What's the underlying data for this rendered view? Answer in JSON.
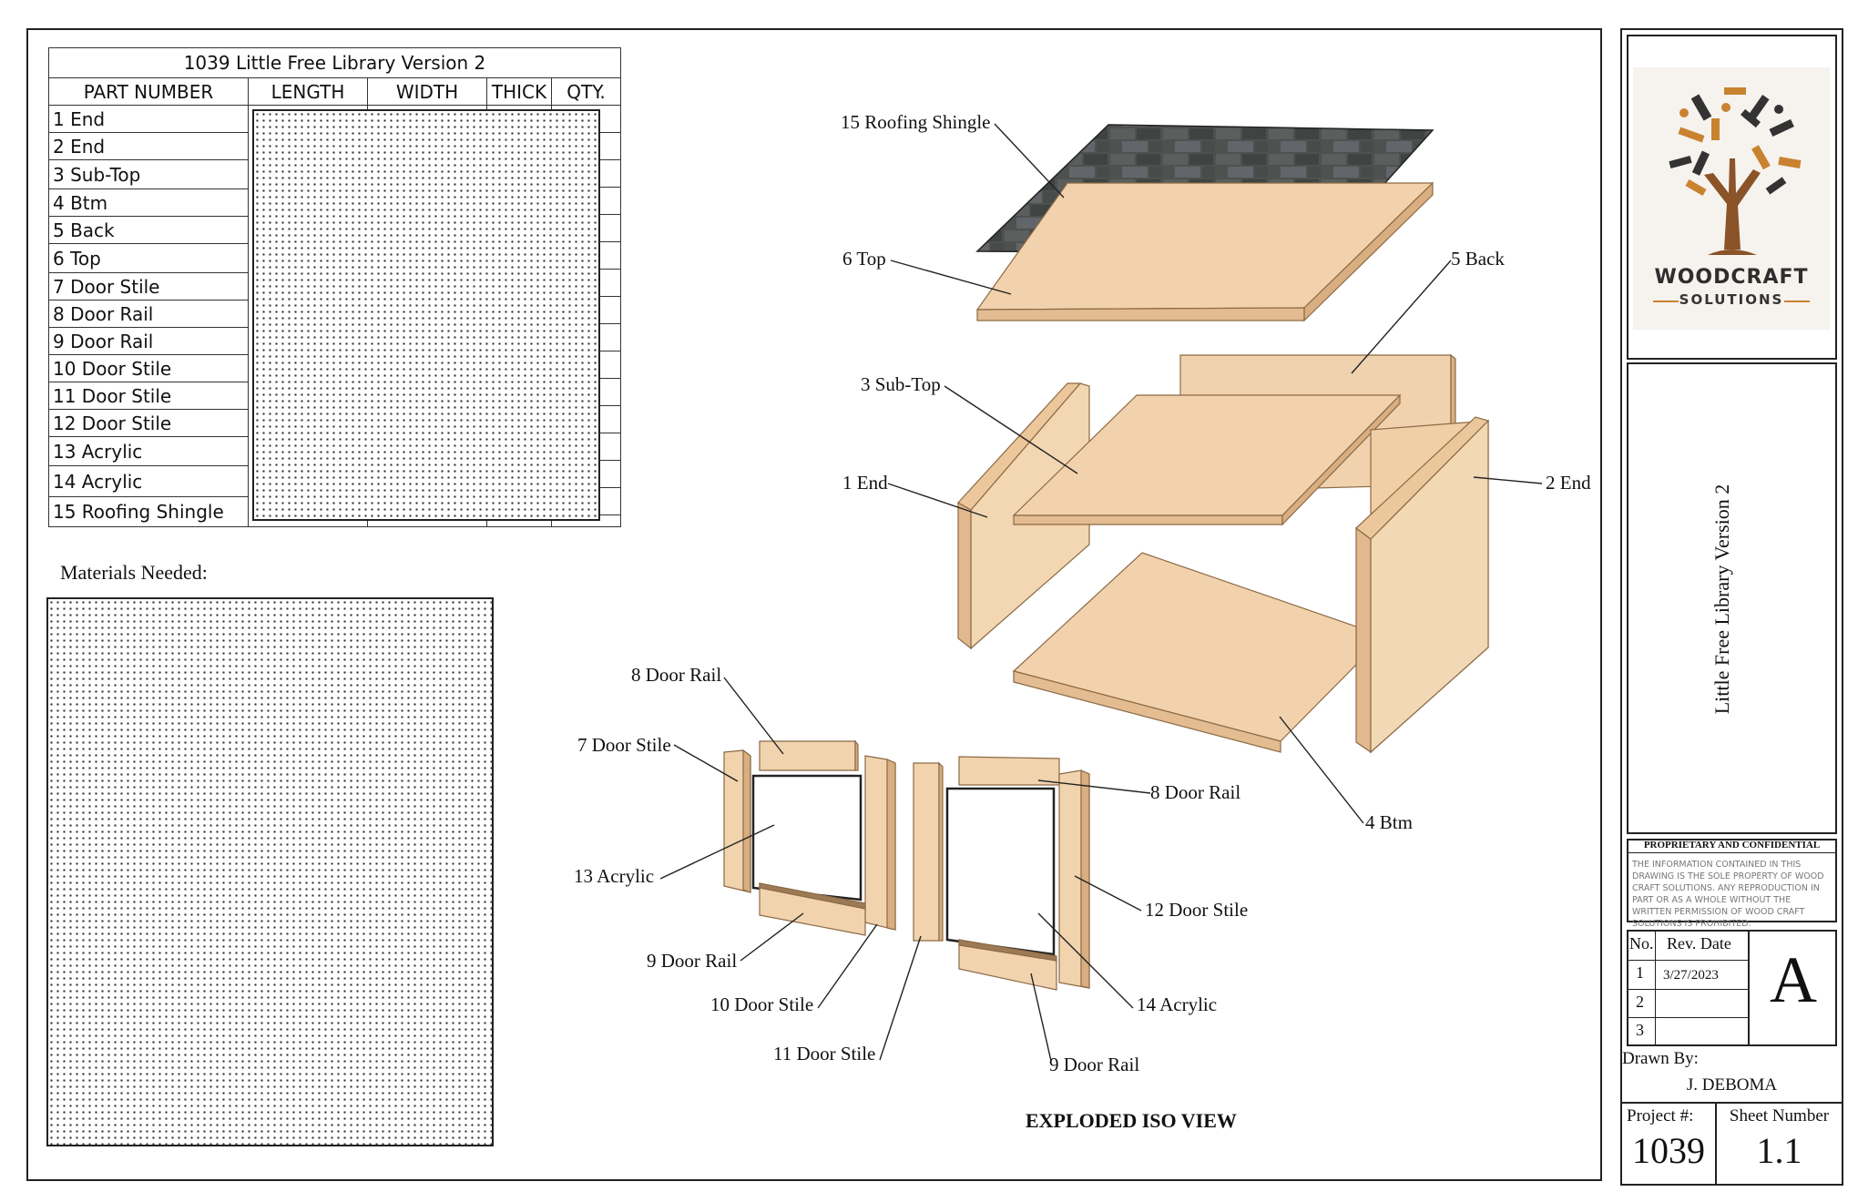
{
  "table": {
    "title": "1039 Little Free Library Version 2",
    "columns": [
      "PART NUMBER",
      "LENGTH",
      "WIDTH",
      "THICK",
      "QTY."
    ],
    "parts": [
      "1 End",
      "2 End",
      "3 Sub-Top",
      "4 Btm",
      "5 Back",
      "6 Top",
      "7 Door Stile",
      "8 Door Rail",
      "9 Door Rail",
      "10 Door Stile",
      "11 Door Stile",
      "12 Door Stile",
      "13 Acrylic",
      "14 Acrylic",
      "15 Roofing Shingle"
    ]
  },
  "materials": {
    "label": "Materials Needed:"
  },
  "drawing": {
    "view_title": "EXPLODED ISO VIEW",
    "callouts": {
      "roof": "15 Roofing Shingle",
      "top": "6 Top",
      "back": "5 Back",
      "subtop": "3 Sub-Top",
      "end1": "1 End",
      "end2": "2 End",
      "btm": "4 Btm",
      "rail8a": "8 Door Rail",
      "stile7": "7 Door Stile",
      "rail8b": "8 Door Rail",
      "acrylic13": "13 Acrylic",
      "stile12": "12 Door Stile",
      "rail9a": "9 Door Rail",
      "stile10": "10 Door Stile",
      "acrylic14": "14 Acrylic",
      "stile11": "11 Door Stile",
      "rail9b": "9 Door Rail"
    }
  },
  "title_block": {
    "logo_line1": "WOODCRAFT",
    "logo_line2": "SOLUTIONS",
    "drawing_title": "Little Free Library Version 2",
    "proprietary_heading": "PROPRIETARY AND CONFIDENTIAL",
    "proprietary_text": "THE INFORMATION CONTAINED IN THIS DRAWING IS THE SOLE PROPERTY OF WOOD CRAFT SOLUTIONS. ANY REPRODUCTION IN PART OR AS A WHOLE WITHOUT THE WRITTEN PERMISSION OF WOOD CRAFT SOLUTIONS IS PROHIBITED.",
    "rev_no_header": "No.",
    "rev_date_header": "Rev. Date",
    "revisions": [
      {
        "no": "1",
        "date": "3/27/2023"
      },
      {
        "no": "2",
        "date": ""
      },
      {
        "no": "3",
        "date": ""
      }
    ],
    "rev_letter": "A",
    "drawn_by_label": "Drawn By:",
    "drawn_by": "J. DEBOMA",
    "project_label": "Project #:",
    "project_number": "1039",
    "sheet_label": "Sheet Number",
    "sheet_number": "1.1"
  }
}
